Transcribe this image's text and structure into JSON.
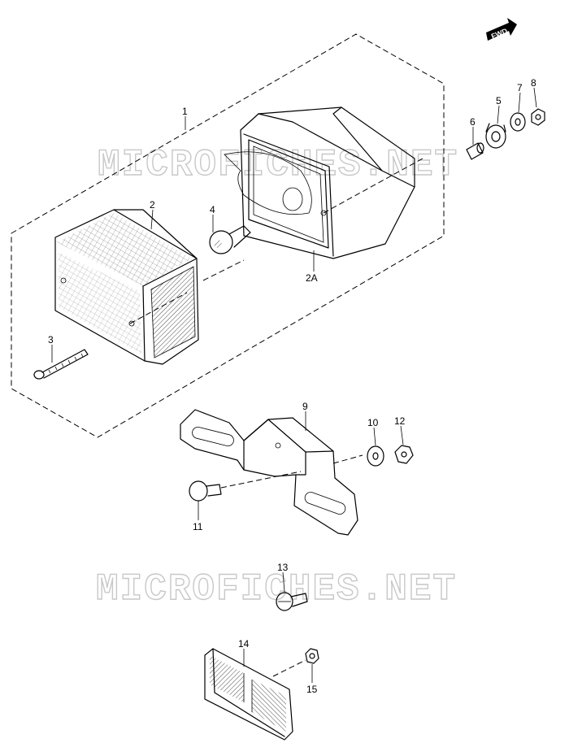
{
  "watermark": {
    "text": "MICROFICHES.NET"
  },
  "fwd_badge": {
    "text": "FWD"
  },
  "callouts": {
    "p1": "1",
    "p2": "2",
    "p2a": "2A",
    "p3": "3",
    "p4": "4",
    "p5": "5",
    "p6": "6",
    "p7": "7",
    "p8": "8",
    "p9": "9",
    "p10": "10",
    "p11": "11",
    "p12": "12",
    "p13": "13",
    "p14": "14",
    "p15": "15"
  }
}
